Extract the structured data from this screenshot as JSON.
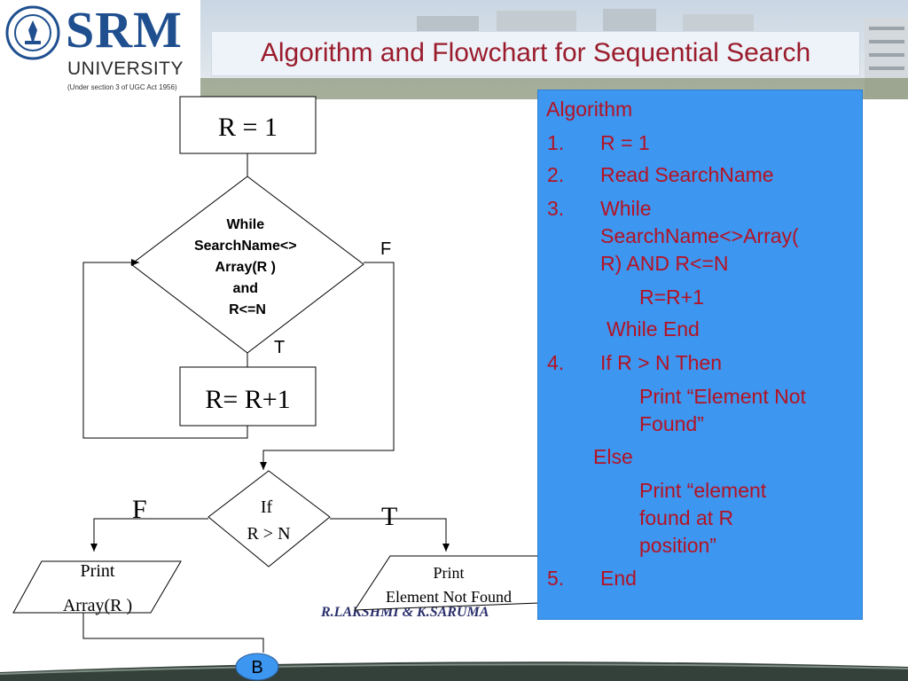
{
  "header": {
    "university_name": "SRM",
    "university_subtitle": "UNIVERSITY",
    "university_act": "(Under section 3 of UGC Act 1956)",
    "slide_title": "Algorithm and Flowchart for Sequential Search"
  },
  "flowchart": {
    "init_box": "R = 1",
    "loop_decision": [
      "While",
      "SearchName<>",
      "Array(R )",
      "and",
      "R<=N"
    ],
    "loop_false_label": "F",
    "loop_true_label": "T",
    "increment_box": "R= R+1",
    "if_decision": [
      "If",
      "R > N"
    ],
    "if_false_label": "F",
    "if_true_label": "T",
    "print_found": [
      "Print",
      "Array(R )"
    ],
    "print_not_found": [
      "Print",
      "Element Not Found"
    ],
    "connector": "B"
  },
  "algorithm": {
    "heading": "Algorithm",
    "lines": [
      {
        "num": "1.",
        "text": "R = 1"
      },
      {
        "num": "2.",
        "text": "Read SearchName"
      },
      {
        "num": "3.",
        "text": "While"
      },
      {
        "num": "",
        "text": "SearchName<>Array("
      },
      {
        "num": "",
        "text": "R) AND R<=N"
      },
      {
        "num": "",
        "text": "R=R+1"
      },
      {
        "num": "",
        "text": "While End"
      },
      {
        "num": "4.",
        "text": "If R > N Then"
      },
      {
        "num": "",
        "text": "Print “Element Not"
      },
      {
        "num": "",
        "text": "Found”"
      },
      {
        "num": "",
        "text": "Else"
      },
      {
        "num": "",
        "text": "Print “element"
      },
      {
        "num": "",
        "text": "found at R"
      },
      {
        "num": "",
        "text": "position”"
      },
      {
        "num": "5.",
        "text": "End"
      }
    ]
  },
  "footer": {
    "author_watermark": "R.LAKSHMI & K.SARUMA"
  },
  "colors": {
    "title_text": "#9a1c2c",
    "algorithm_panel": "#3d96ef",
    "algorithm_text": "#b41324",
    "brand_blue": "#1f4f8f"
  }
}
